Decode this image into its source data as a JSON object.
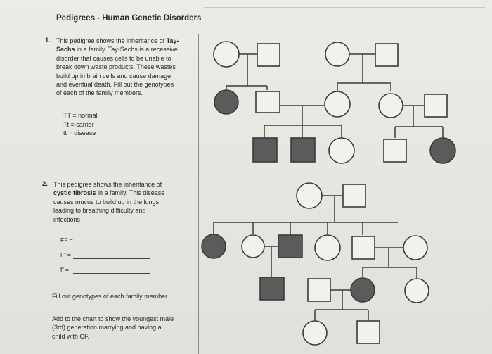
{
  "worksheet": {
    "title": "Pedigrees - Human Genetic Disorders"
  },
  "question1": {
    "number": "1.",
    "text_lines": [
      "This pedigree shows the inheritance of Tay-",
      "Sachs in a family. Tay-Sachs is a recessive",
      "disorder that causes cells to be unable to",
      "break down waste products. These wastes",
      "build up in brain cells and cause damage",
      "and eventual death. Fill out the genotypes",
      "of each of the family members."
    ],
    "key": [
      "TT = normal",
      "Tt = carrier",
      "tt = disease"
    ]
  },
  "question2": {
    "number": "2.",
    "text_lines": [
      "This pedigree shows the inheritance of",
      "cystic fibrosis in a family. This disease",
      "causes mucus to build up in the lungs,",
      "leading to breathing difficulty and",
      "infections"
    ],
    "blanks": [
      "FF  =",
      "Ff =",
      "ff  ="
    ],
    "instruction1": "Fill out genotypes of each family member.",
    "instruction2_lines": [
      "Add to the chart to show the youngest male",
      "(3rd) generation marrying and having a",
      "child with CF."
    ]
  },
  "colors": {
    "affected": "#5b5b5b",
    "unaffected": "#f2f1ee",
    "ink": "#3a3a3a"
  }
}
